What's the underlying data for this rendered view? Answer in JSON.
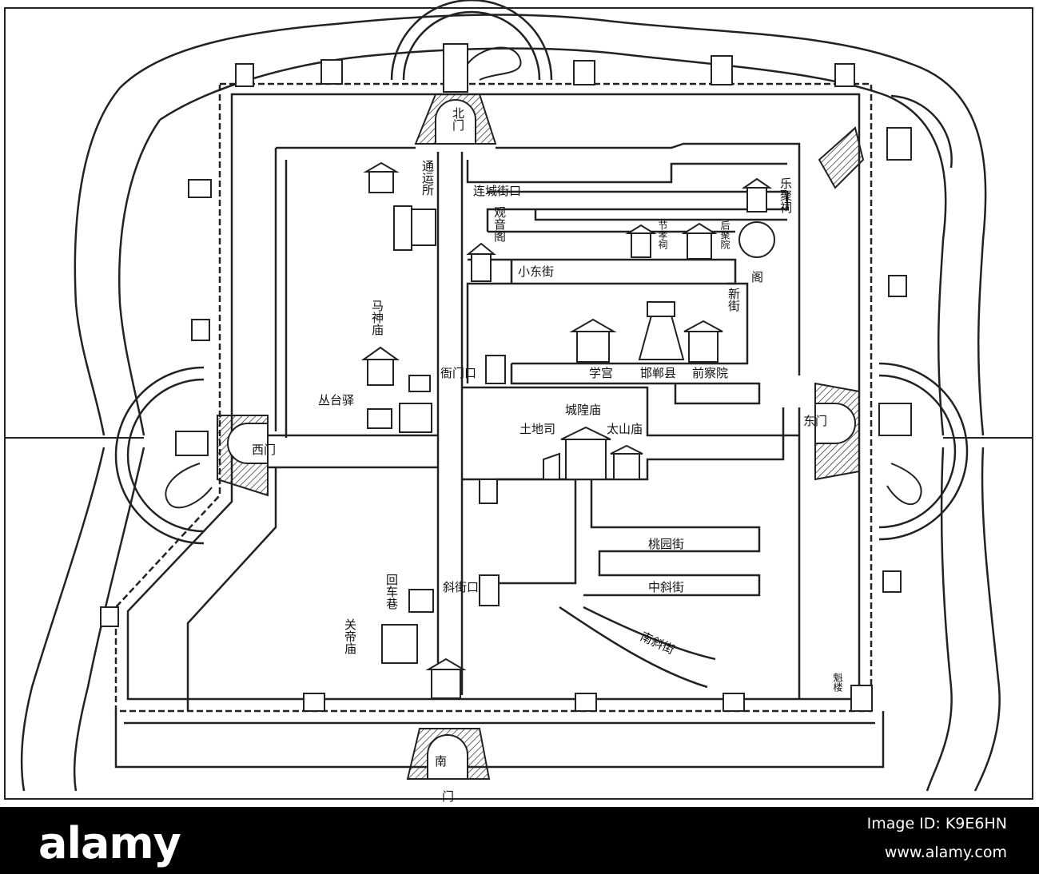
{
  "map": {
    "labels": {
      "north_gate": "北门",
      "south_gate_top": "南",
      "south_gate_bottom": "门",
      "west_gate": "西门",
      "east_gate": "东门",
      "tongyunsuo": "通运所",
      "lianchengjiekou": "连城街口",
      "guanyinge": "观音阁",
      "xiaodongjie": "小东街",
      "jiexiaoci": "节孝祠",
      "houjiyuan": "后聚院",
      "lejuci": "乐聚祠",
      "ge": "阁",
      "xinjie": "新街",
      "mashenmiao": "马神庙",
      "congtaiyi": "丛台驿",
      "jiemenkou": "衙门口",
      "xuegong": "学宫",
      "handanxian": "邯郸县",
      "qiancayuan": "前察院",
      "chenghuangmiao": "城隍庙",
      "tudici": "土地司",
      "taishanmiao": "太山庙",
      "taoyuanjie": "桃园街",
      "zhongxiejie": "中斜街",
      "nanxiejie": "南斜街",
      "xiejiekou": "斜街口",
      "huichexiang": "回车巷",
      "guandimiao": "关帝庙",
      "kuilou": "魁楼"
    }
  },
  "footer": {
    "brand": "alamy",
    "stock_id": "Image ID: K9E6HN",
    "url": "www.alamy.com"
  }
}
